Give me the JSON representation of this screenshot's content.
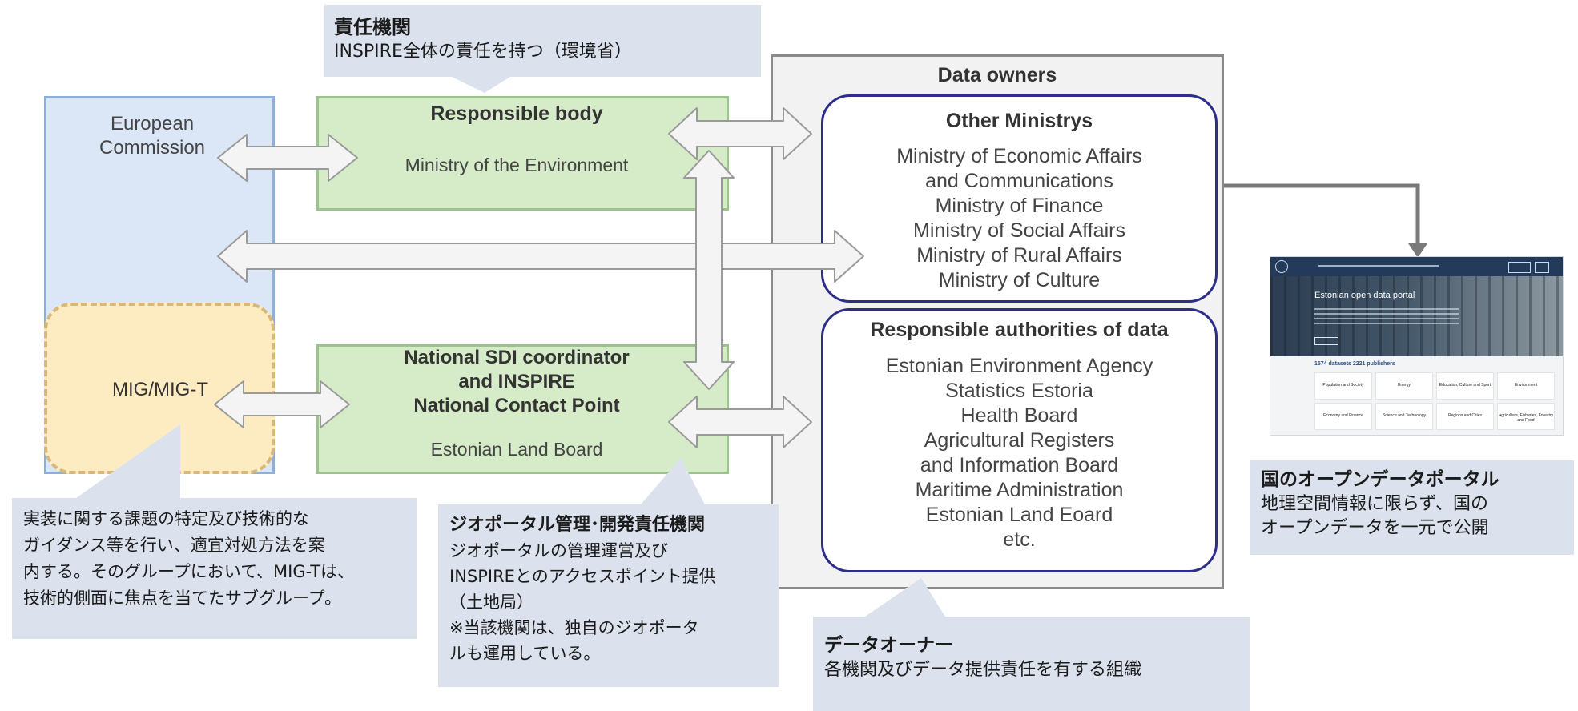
{
  "callouts": {
    "responsible": {
      "heading": "責任機関",
      "text": "INSPIRE全体の責任を持つ（環境省）"
    },
    "mig": {
      "text": "実装に関する課題の特定及び技術的な\nガイダンス等を行い、適宜対処方法を案\n内する。そのグループにおいて、MIG-Tは、\n技術的側面に焦点を当てたサブグループ。"
    },
    "geoportal": {
      "heading": "ジオポータル管理･開発責任機関",
      "text": "ジオポータルの管理運営及び\nINSPIREとのアクセスポイント提供\n（土地局）\n※当該機関は、独自のジオポータ\nルも運用している。"
    },
    "data_owner": {
      "heading": "データオーナー",
      "text": "各機関及びデータ提供責任を有する組織"
    },
    "portal": {
      "heading": "国のオープンデータポータル",
      "text": "地理空間情報に限らず、国の\nオープンデータを一元で公開"
    }
  },
  "diagram": {
    "european_commission": "European\nCommission",
    "mig": "MIG/MIG-T",
    "responsible_body": {
      "title": "Responsible body",
      "name": "Ministry of the Environment"
    },
    "sdi": {
      "title": "National SDI coordinator\nand INSPIRE\nNational Contact Point",
      "name": "Estonian Land Board"
    },
    "data_owners": {
      "title": "Data owners",
      "other_ministries": {
        "title": "Other Ministrys",
        "items": [
          "Ministry of Economic Affairs",
          "and Communications",
          "Ministry of Finance",
          "Ministry of Social Affairs",
          "Ministry of Rural Affairs",
          "Ministry of Culture"
        ]
      },
      "authorities": {
        "title": "Responsible authorities of data",
        "items": [
          "Estonian Environment Agency",
          "Statistics Estoria",
          "Health Board",
          "Agricultural Registers",
          "and Information Board",
          "Maritime Administration",
          "Estonian Land Eoard",
          "etc."
        ]
      }
    }
  },
  "portal_screenshot": {
    "hero_title": "Estonian open data portal",
    "stats": "1574 datasets   2221 publishers",
    "categories": [
      "Population and Society",
      "Energy",
      "Education, Culture and Sport",
      "Environment",
      "Economy and Finance",
      "Science and Technology",
      "Regions and Cities",
      "Agriculture, Fisheries, Forestry and Food"
    ]
  },
  "colors": {
    "callout_bg": "#dbe2ee",
    "green_box": "#d6ebc8",
    "blue_panel": "#dbe6f7",
    "mig_fill": "#fdecc1",
    "rounded_border": "#2c2e8a",
    "connector": "#7a7a7a"
  }
}
